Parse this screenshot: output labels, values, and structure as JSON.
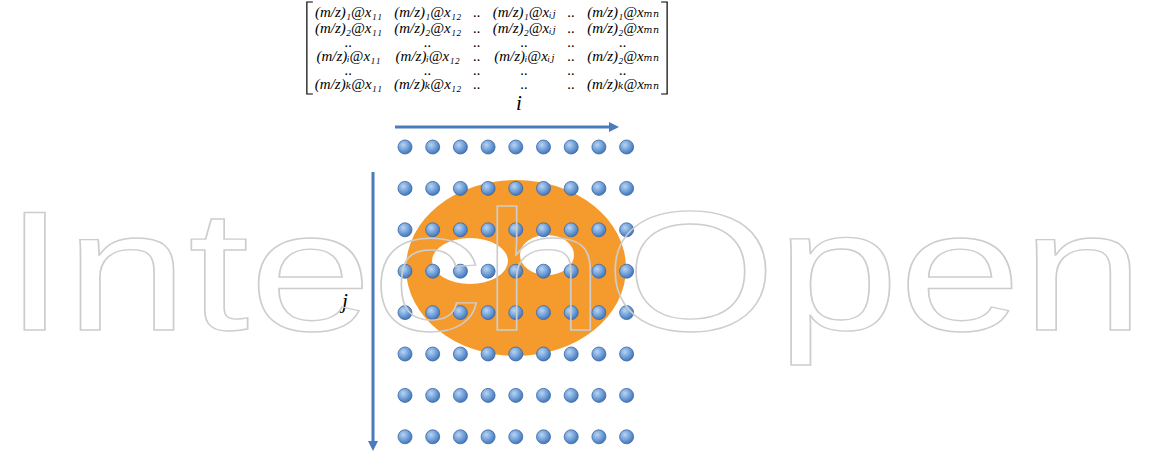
{
  "diagram": {
    "labels": [
      "(m/z)₁@x₁₁",
      "(m/z)₁@x₁₂",
      "..",
      "(m/z)₁@xᵢⱼ",
      "..",
      "(m/z)₁@xₘₙ",
      "(m/z)₂@x₁₁",
      "(m/z)₂@x₁₂",
      "..",
      "(m/z)₂@xᵢⱼ",
      "..",
      "(m/z)₂@xₘₙ",
      "..",
      "..",
      "..",
      "..",
      "..",
      "..",
      "(m/z)ᵢ@x₁₁",
      "(m/z)ᵢ@x₁₂",
      "..",
      "(m/z)ᵢ@xᵢⱼ",
      "..",
      "(m/z)₂@xₘₙ",
      "..",
      "..",
      "..",
      "..",
      "..",
      "..",
      "(m/z)ₖ@x₁₁",
      "(m/z)ₖ@x₁₂",
      "..",
      "..",
      "..",
      "(m/z)ₖ@xₘₙ",
      "i",
      "j",
      "IntechOpen"
    ]
  }
}
